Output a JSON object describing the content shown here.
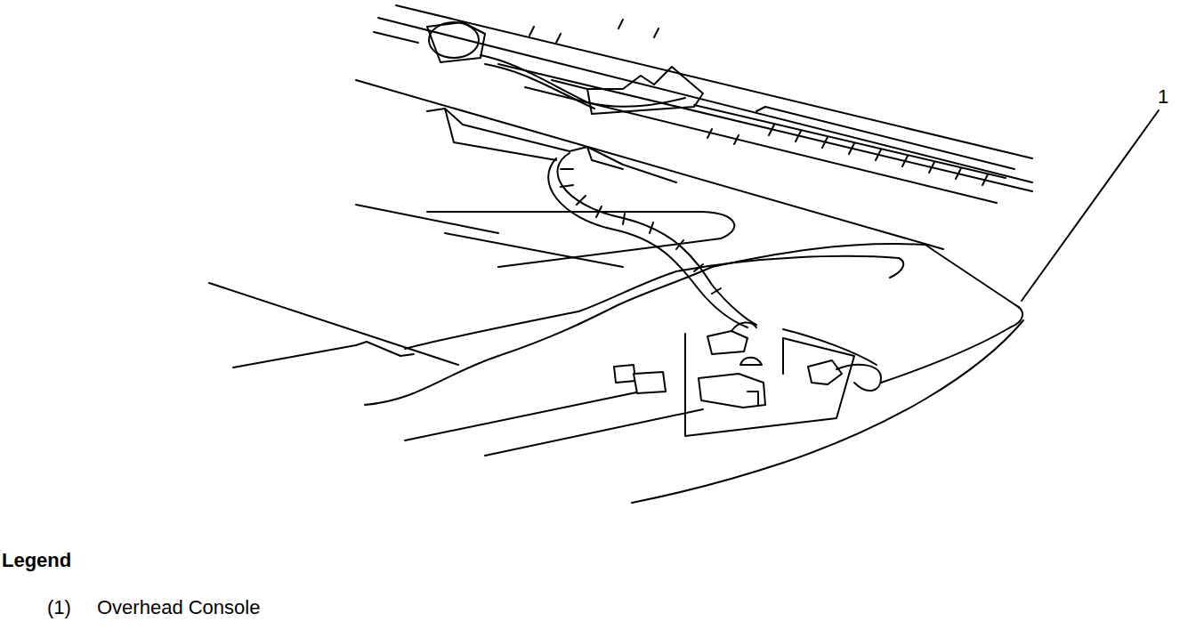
{
  "diagram": {
    "labels": [
      "1",
      "Legend",
      "(1)",
      "Overhead Console"
    ]
  }
}
